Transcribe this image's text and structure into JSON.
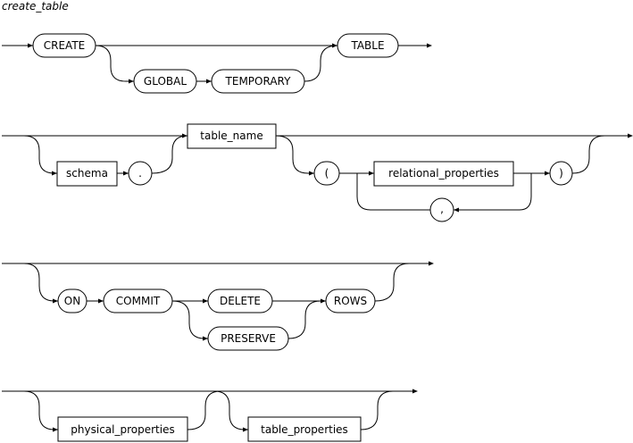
{
  "title": "create_table",
  "tokens": {
    "create": "CREATE",
    "global": "GLOBAL",
    "temporary": "TEMPORARY",
    "table": "TABLE",
    "schema": "schema",
    "dot": ".",
    "table_name": "table_name",
    "lparen": "(",
    "relational_properties": "relational_properties",
    "rparen": ")",
    "comma": ",",
    "on": "ON",
    "commit": "COMMIT",
    "delete": "DELETE",
    "preserve": "PRESERVE",
    "rows": "ROWS",
    "physical_properties": "physical_properties",
    "table_properties": "table_properties"
  }
}
